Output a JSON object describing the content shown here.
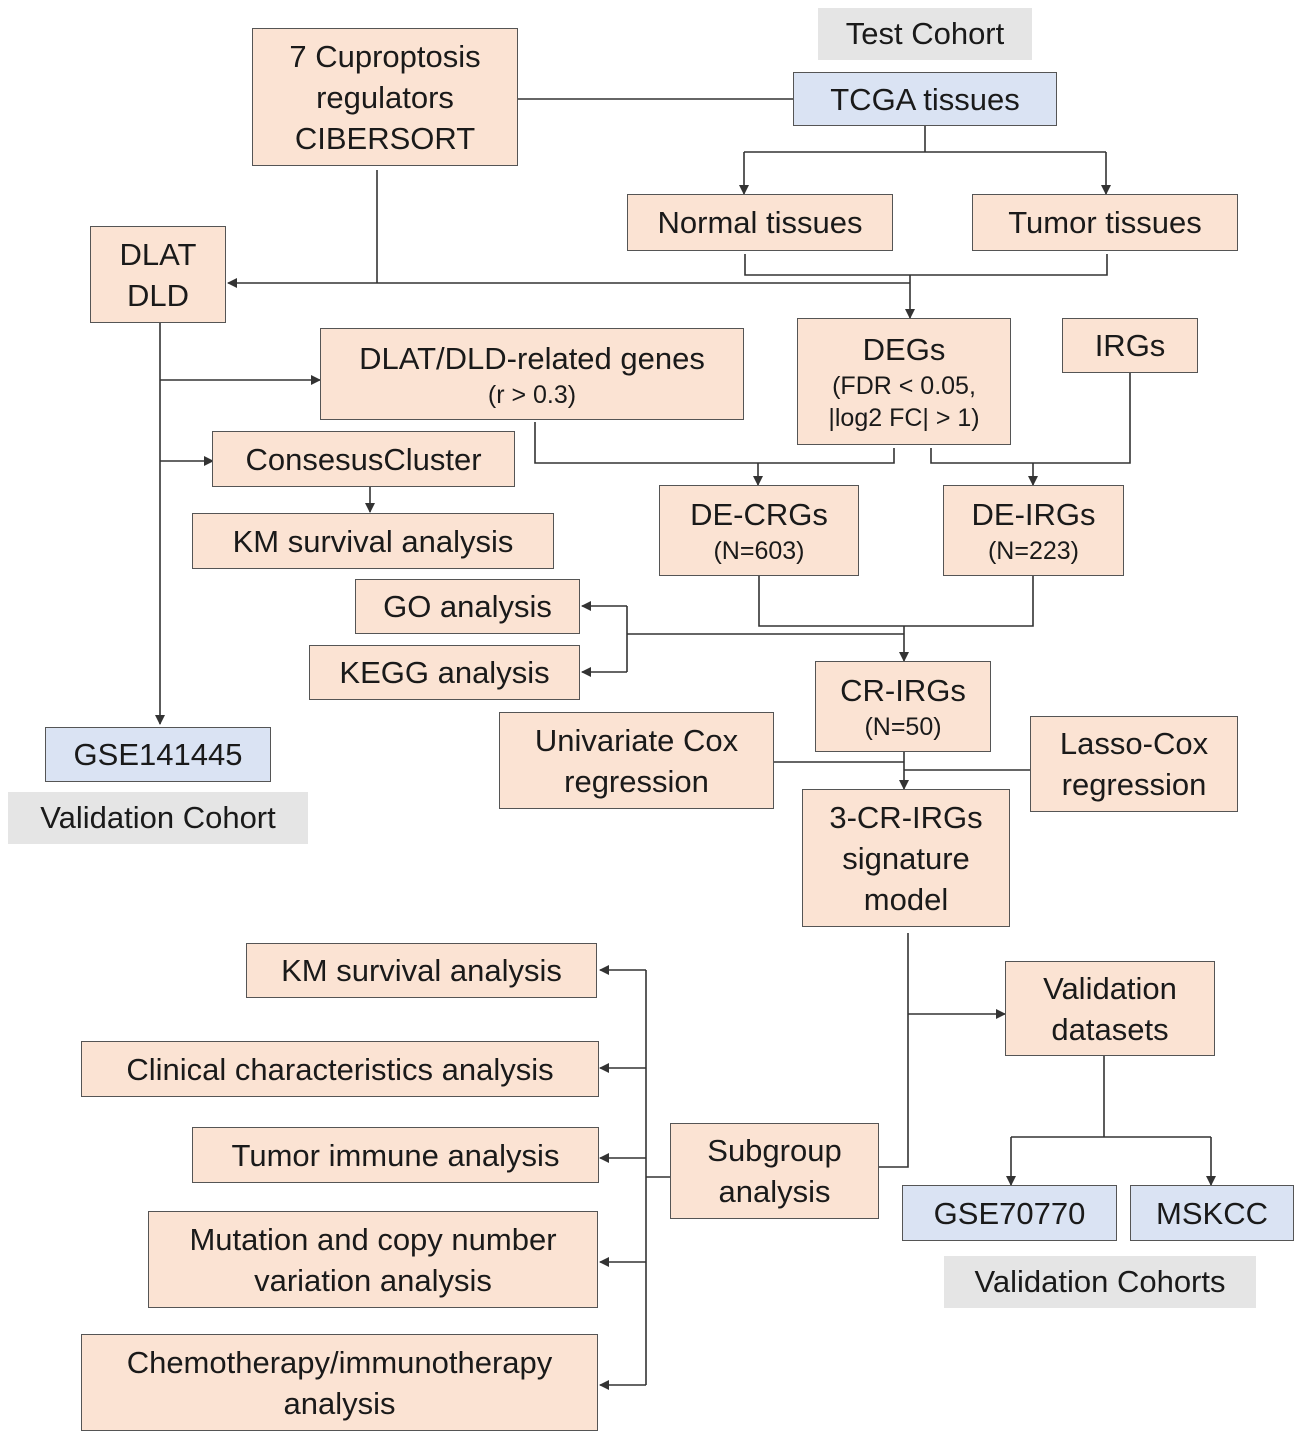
{
  "labels": {
    "test_cohort": "Test Cohort",
    "validation_cohort": "Validation Cohort",
    "validation_cohorts": "Validation Cohorts"
  },
  "boxes": {
    "cuproptosis": [
      "7 Cuproptosis",
      "regulators",
      "CIBERSORT"
    ],
    "tcga": "TCGA tissues",
    "normal": "Normal tissues",
    "tumor": "Tumor tissues",
    "dlat_dld": [
      "DLAT",
      "DLD"
    ],
    "related_genes": {
      "title": "DLAT/DLD-related  genes",
      "sub": "(r > 0.3)"
    },
    "degs": {
      "title": "DEGs",
      "sub1": "(FDR < 0.05,",
      "sub2": "|log2 FC| > 1)"
    },
    "irgs": "IRGs",
    "consensus": "ConsesusCluster",
    "km1": "KM survival analysis",
    "de_crgs": {
      "title": "DE-CRGs",
      "sub": "(N=603)"
    },
    "de_irgs": {
      "title": "DE-IRGs",
      "sub": "(N=223)"
    },
    "go": "GO analysis",
    "kegg": "KEGG analysis",
    "cr_irgs": {
      "title": "CR-IRGs",
      "sub": "(N=50)"
    },
    "gse141445": "GSE141445",
    "univariate": [
      "Univariate Cox",
      "regression"
    ],
    "lasso": [
      "Lasso-Cox",
      "regression"
    ],
    "signature": [
      "3-CR-IRGs",
      "signature",
      "model"
    ],
    "validation_datasets": [
      "Validation",
      "datasets"
    ],
    "km2": "KM survival analysis",
    "clinical": "Clinical characteristics analysis",
    "tumor_immune": "Tumor immune analysis",
    "mutation": [
      "Mutation and copy number",
      "variation analysis"
    ],
    "chemo": [
      "Chemotherapy/immunotherapy",
      "analysis"
    ],
    "subgroup": [
      "Subgroup",
      "analysis"
    ],
    "gse70770": "GSE70770",
    "mskcc": "MSKCC"
  },
  "colors": {
    "box_fill": "#fbe3d3",
    "cohort_fill": "#dae3f3",
    "label_fill": "#e5e5e5",
    "line": "#333333"
  }
}
